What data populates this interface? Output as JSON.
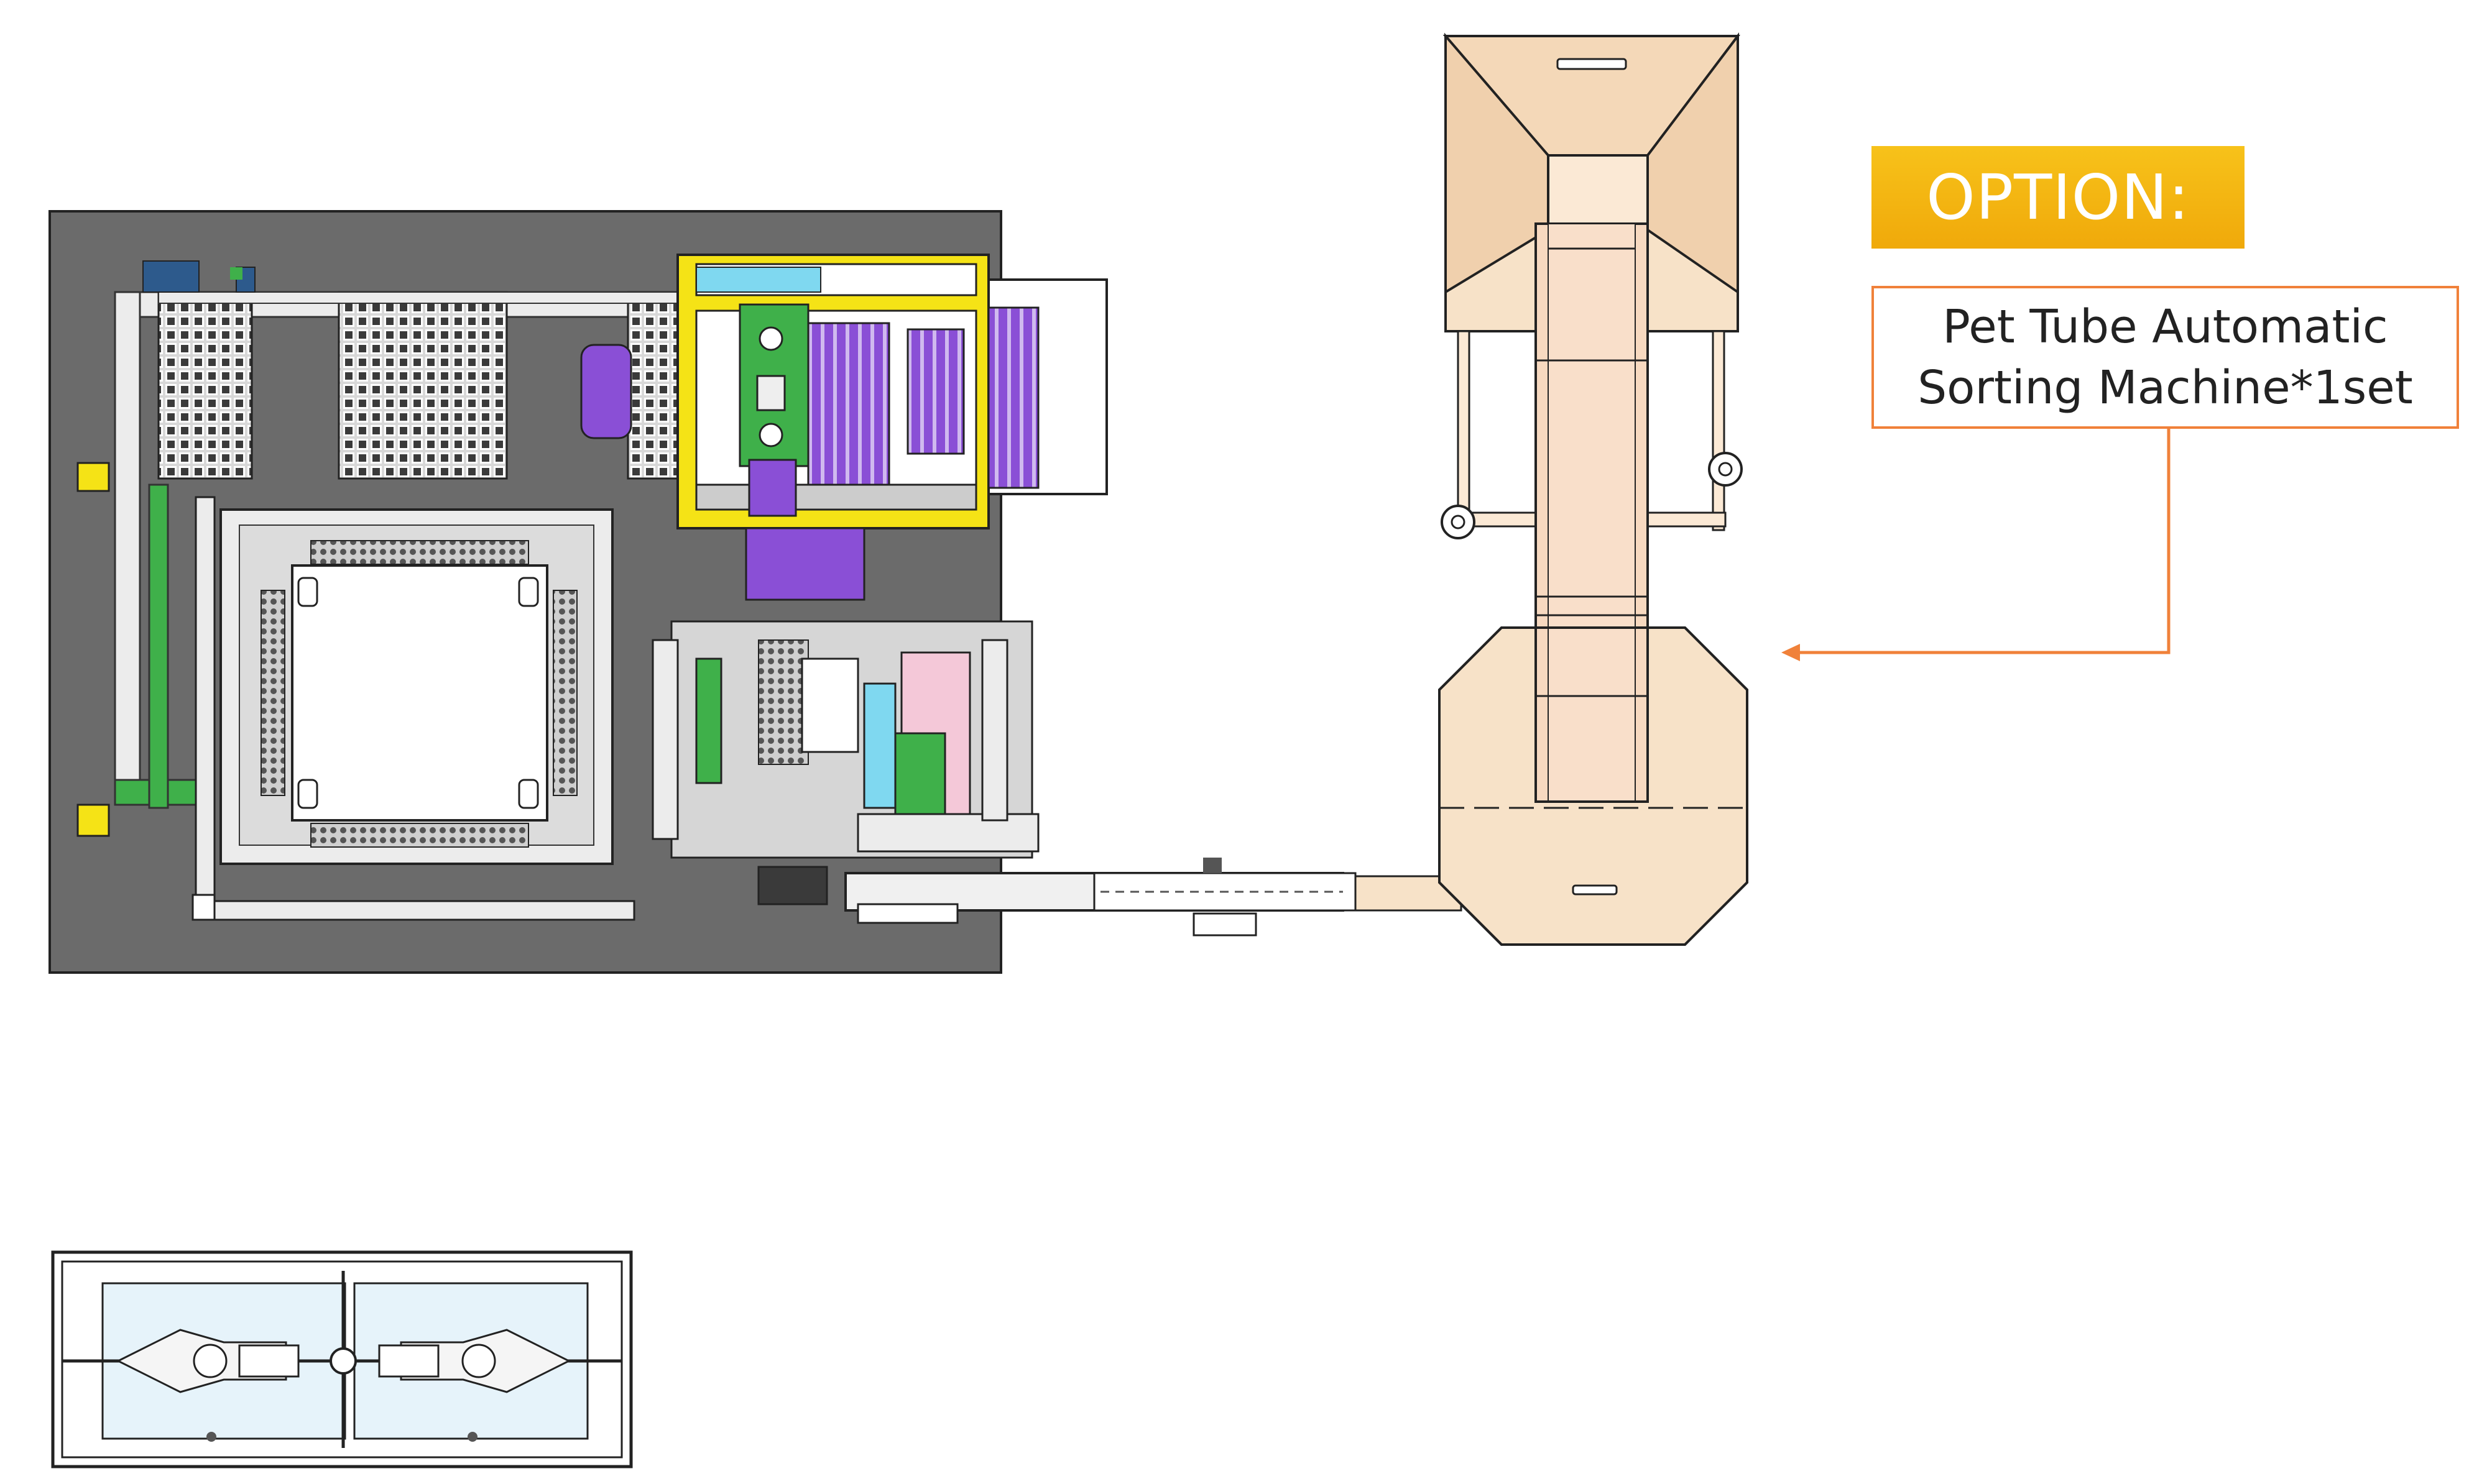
{
  "option": {
    "label": "OPTION:"
  },
  "description": {
    "line1": "Pet Tube Automatic",
    "line2": "Sorting Machine*1set"
  },
  "colors": {
    "option_gold": "#f2b10f",
    "callout_orange": "#f0813a",
    "machine_base": "#6b6b6b",
    "sorter_body": "#f7e2c8",
    "frame_yellow": "#f5e316",
    "part_purple": "#8a4fd6",
    "part_green": "#3fb04a"
  }
}
